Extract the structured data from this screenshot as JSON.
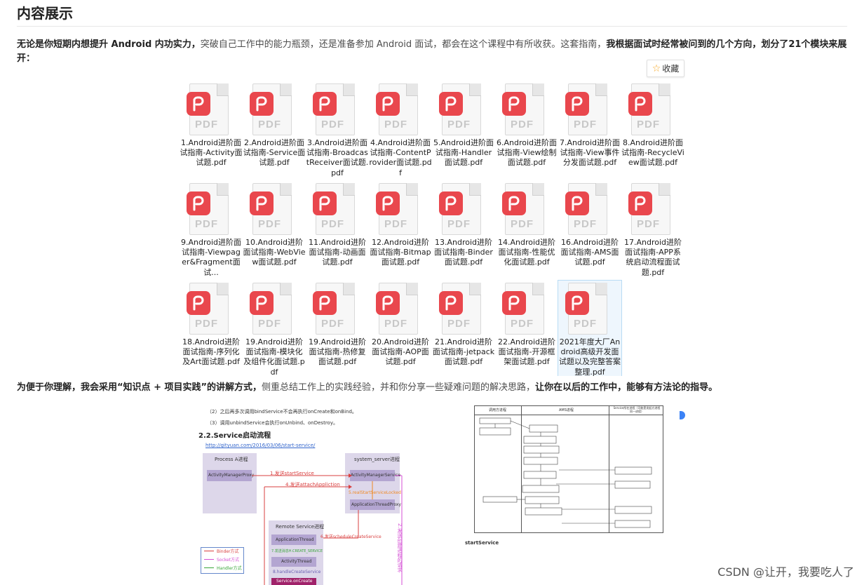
{
  "heading": "内容展示",
  "intro": {
    "bold1": "无论是你短期内想提升 Android 内功实力，",
    "normal1": "突破自己工作中的能力瓶颈，还是准备参加 Android 面试，都会在这个课程中有所收获。这套指南，",
    "bold2": "我根据面试时经常被问到的几个方向，划分了21个模块来展开："
  },
  "favorite_label": "收藏",
  "files": [
    "1.Android进阶面试指南-Activity面试题.pdf",
    "2.Android进阶面试指南-Service面试题.pdf",
    "3.Android进阶面试指南-BroadcastReceiver面试题.pdf",
    "4.Android进阶面试指南-ContentProvider面试题.pdf",
    "5.Android进阶面试指南-Handler面试题.pdf",
    "6.Android进阶面试指南-View绘制面试题.pdf",
    "7.Android进阶面试指南-View事件分发面试题.pdf",
    "8.Android进阶面试指南-RecycleView面试题.pdf",
    "9.Android进阶面试指南-Viewpager&Fragment面试...",
    "10.Android进阶面试指南-WebView面试题.pdf",
    "11.Android进阶面试指南-动画面试题.pdf",
    "12.Android进阶面试指南-Bitmap面试题.pdf",
    "13.Android进阶面试指南-Binder面试题.pdf",
    "14.Android进阶面试指南-性能优化面试题.pdf",
    "16.Android进阶面试指南-AMS面试题.pdf",
    "17.Android进阶面试指南-APP系统启动流程面试题.pdf",
    "18.Android进阶面试指南-序列化及Art面试题.pdf",
    "19.Android进阶面试指南-模块化及组件化面试题.pdf",
    "19.Android进阶面试指南-热修复面试题.pdf",
    "20.Android进阶面试指南-AOP面试题.pdf",
    "21.Android进阶面试指南-jetpack面试题.pdf",
    "22.Android进阶面试指南-开源框架面试题.pdf",
    "2021年度大厂Android高级开发面试题以及完整答案整理.pdf"
  ],
  "selected_file_index": 22,
  "explain": {
    "bold1": "为便于你理解，我会采用“知识点 + 项目实践”的讲解方式，",
    "normal1": "侧重总结工作上的实践经验，并和你分享一些疑难问题的解决思路，",
    "bold2": "让你在以后的工作中，能够有方法论的指导。"
  },
  "shotA": {
    "line1": "（2）之后再多次调用bindService不会再执行onCreate和onBind。",
    "line2": "（3）调用unbindService会执行onUnbind、onDestroy。",
    "title": "2.2.Service启动流程",
    "link": "http://gityuan.com/2016/03/06/start-service/",
    "processA": "Process A进程",
    "amp": "ActivityManagerProxy",
    "sysServer": "system_server进程",
    "ams": "ActivityManagerService",
    "atp": "ApplicationThreadProxy",
    "step1": "1.发送startService",
    "step4": "4.发送attachAppliction",
    "step5": "5.realStartServiceLocked",
    "remote": "Remote Service进程",
    "appThread": "ApplicationThread",
    "step6": "6.发送scheduleCreateService",
    "step7": "7.发送消息H.CREATE_SERVICE",
    "activityThread": "ActivityThread",
    "step8": "8.handleCreateService",
    "onCreate": "Service.onCreate",
    "side": "2.发送创建进程的请求",
    "legend": [
      "Binder方式",
      "Socket方式",
      "Handler方式"
    ]
  },
  "shotB": {
    "col1": "调用方进程",
    "col2": "AMS进程",
    "col3": "Service所在进程（可能是发起方进程同一进程）",
    "caption": "startService"
  },
  "watermark": "CSDN @让开，我要吃人了"
}
